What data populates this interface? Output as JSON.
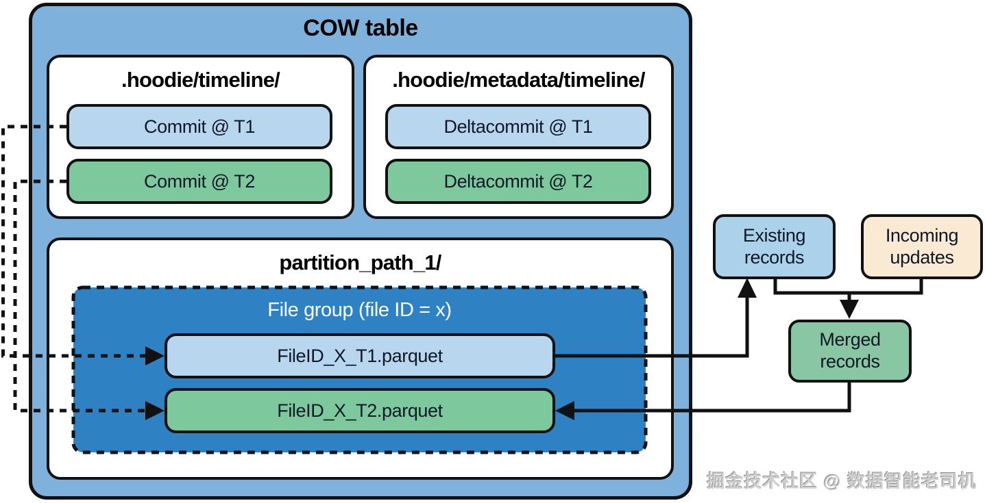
{
  "colors": {
    "outer_background": "#7EB2DC",
    "file_group_background": "#2E82C4",
    "pill_blue": "#B9D6EF",
    "pill_green": "#7EC89D",
    "existing_records_background": "#ABD1EB",
    "incoming_updates_background": "#FAE9D3",
    "merged_records_background": "#89C7A4",
    "line": "#111111"
  },
  "cow_table": {
    "title": "COW table",
    "timeline": {
      "title": ".hoodie/timeline/",
      "items": [
        {
          "label": "Commit @ T1",
          "color": "blue"
        },
        {
          "label": "Commit @ T2",
          "color": "green"
        }
      ]
    },
    "metadata_timeline": {
      "title": ".hoodie/metadata/timeline/",
      "items": [
        {
          "label": "Deltacommit @ T1",
          "color": "blue"
        },
        {
          "label": "Deltacommit @ T2",
          "color": "green"
        }
      ]
    },
    "partition": {
      "title": "partition_path_1/",
      "file_group": {
        "title": "File group (file ID = x)",
        "files": [
          {
            "label": "FileID_X_T1.parquet",
            "color": "blue"
          },
          {
            "label": "FileID_X_T2.parquet",
            "color": "green"
          }
        ]
      }
    }
  },
  "records": {
    "existing": "Existing records",
    "incoming": "Incoming updates",
    "merged": "Merged records"
  },
  "watermark": "掘金技术社区 @ 数据智能老司机"
}
